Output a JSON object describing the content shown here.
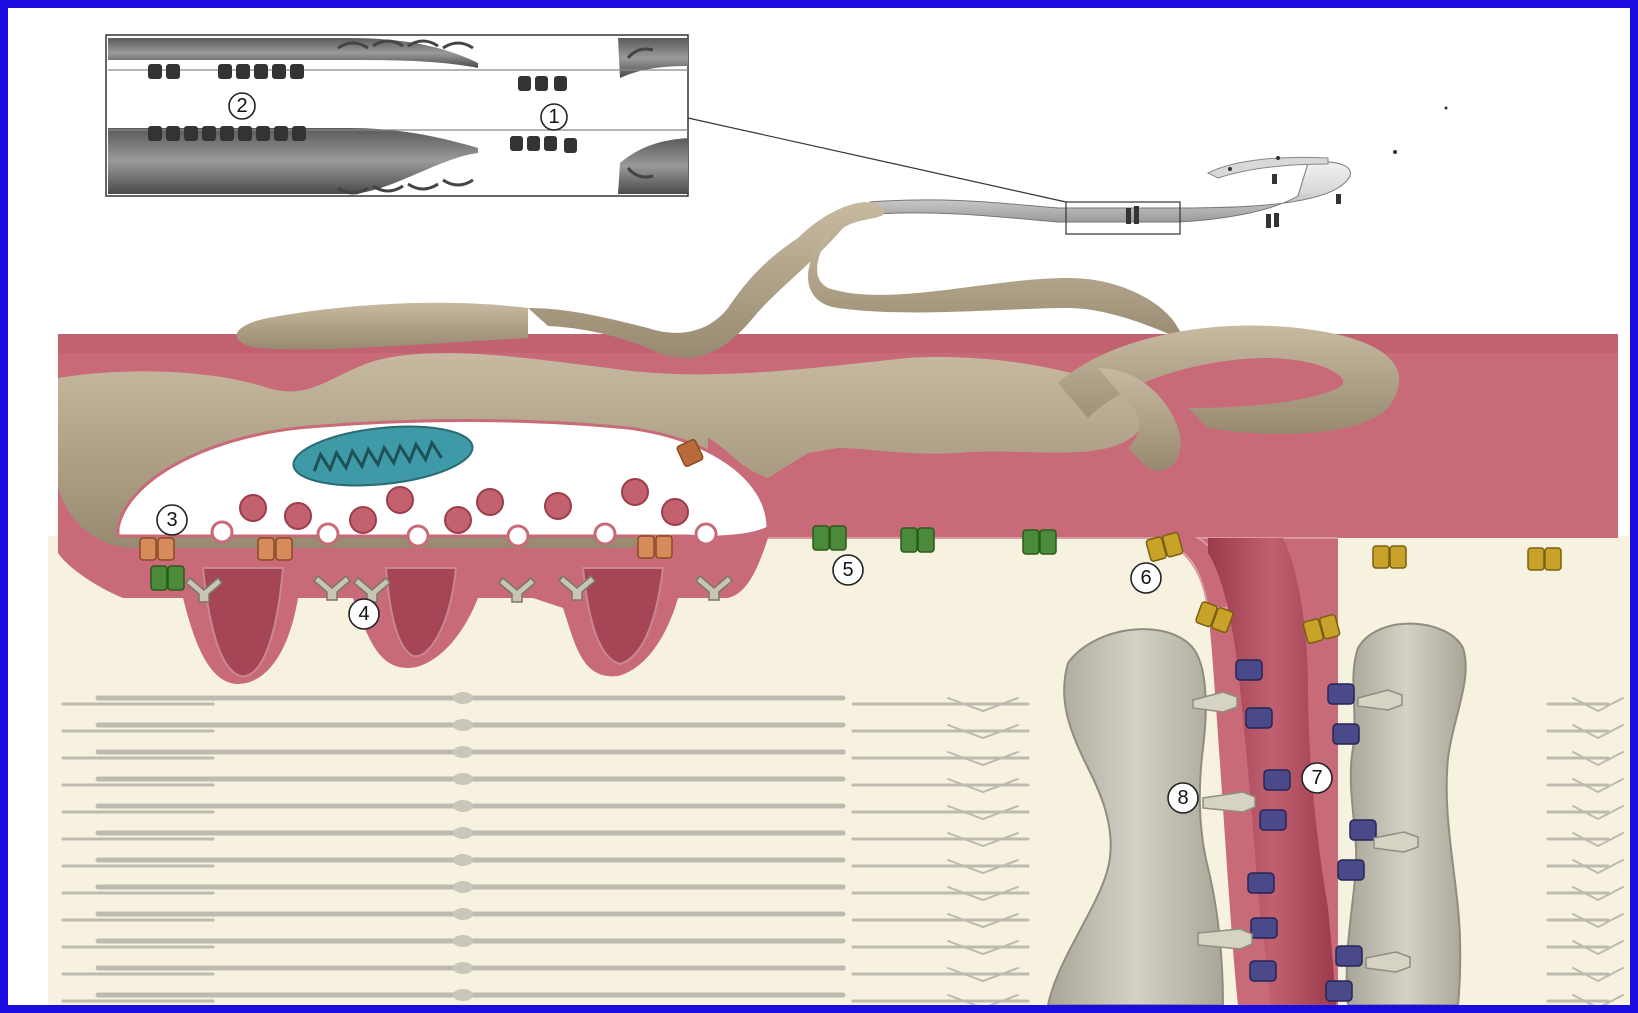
{
  "callouts": [
    {
      "id": "1",
      "label": "1"
    },
    {
      "id": "2",
      "label": "2"
    },
    {
      "id": "3",
      "label": "3"
    },
    {
      "id": "4",
      "label": "4"
    },
    {
      "id": "5",
      "label": "5"
    },
    {
      "id": "6",
      "label": "6"
    },
    {
      "id": "7",
      "label": "7"
    },
    {
      "id": "8",
      "label": "8"
    }
  ],
  "colors": {
    "frame_border": "#1a0be0",
    "background": "#ffffff",
    "cytoplasm_cream": "#f6f2df",
    "muscle_membrane_red": "#c86a77",
    "terminal_tan": "#b4a488",
    "mitochondrion_teal": "#3e9aa6",
    "vesicle": "#c4616f",
    "channel_green": "#4a8a3a",
    "channel_orange": "#d88b5a",
    "channel_yellow": "#c9a22a",
    "channel_blue": "#4a4a8a",
    "receptor_grey": "#c9c5b6",
    "sarcomere_grey": "#bdbab0"
  }
}
